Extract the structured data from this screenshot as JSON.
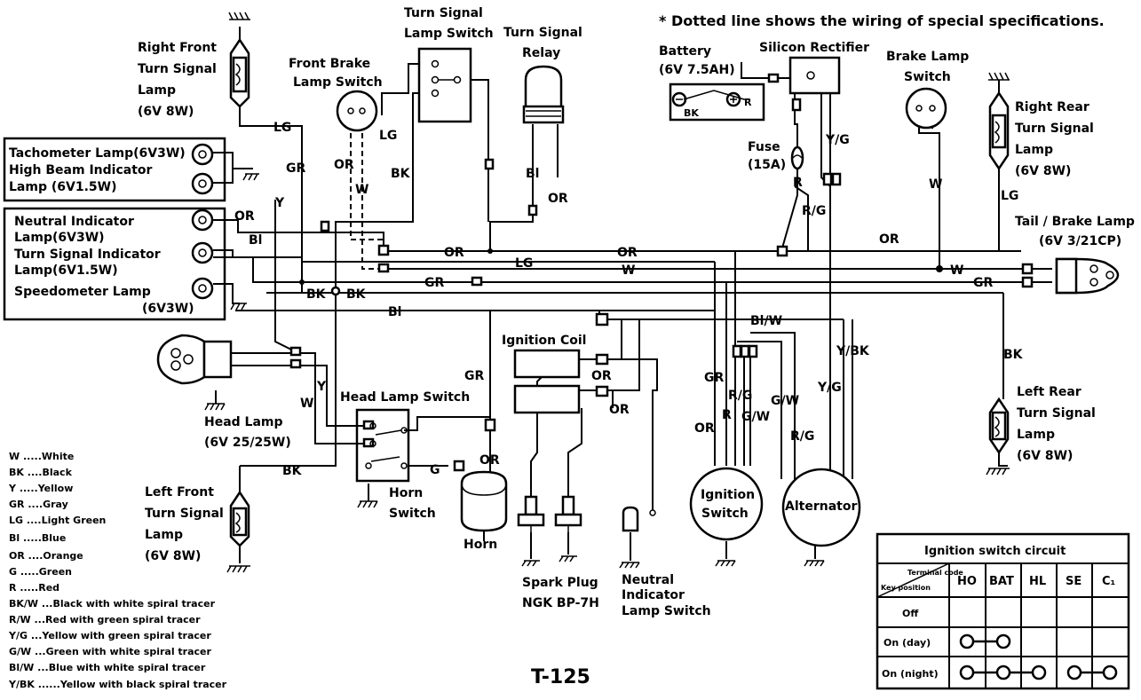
{
  "header": {
    "note": "* Dotted line shows the wiring of special specifications."
  },
  "model": "T-125",
  "components": {
    "right_front_lamp": [
      "Right Front",
      "Turn Signal",
      "Lamp",
      "(6V 8W)"
    ],
    "front_brake_switch": [
      "Front Brake",
      "Lamp Switch"
    ],
    "turn_signal_switch": [
      "Turn Signal",
      "Lamp Switch"
    ],
    "turn_signal_relay": [
      "Turn Signal",
      "Relay"
    ],
    "battery": [
      "Battery",
      "(6V 7.5AH)"
    ],
    "rectifier": "Silicon Rectifier",
    "brake_lamp_switch": [
      "Brake Lamp",
      "Switch"
    ],
    "right_rear_lamp": [
      "Right Rear",
      "Turn Signal",
      "Lamp",
      "(6V 8W)"
    ],
    "fuse": [
      "Fuse",
      "(15A)"
    ],
    "tail_lamp": [
      "Tail / Brake Lamp",
      "(6V 3/21CP)"
    ],
    "tach_box": [
      "Tachometer Lamp(6V3W)",
      "High Beam Indicator",
      "Lamp (6V1.5W)"
    ],
    "indicator_box": [
      "Neutral Indicator",
      "Lamp(6V3W)",
      "Turn Signal Indicator",
      "Lamp(6V1.5W)",
      "Speedometer Lamp",
      "(6V3W)"
    ],
    "head_lamp": [
      "Head Lamp",
      "(6V 25/25W)"
    ],
    "head_lamp_switch": "Head Lamp Switch",
    "horn_switch": [
      "Horn",
      "Switch"
    ],
    "horn": "Horn",
    "ignition_coil": "Ignition Coil",
    "spark_plug": [
      "Spark Plug",
      "NGK BP-7H"
    ],
    "neutral_switch": [
      "Neutral",
      "Indicator",
      "Lamp Switch"
    ],
    "ignition_switch": [
      "Ignition",
      "Switch"
    ],
    "alternator": "Alternator",
    "left_front_lamp": [
      "Left Front",
      "Turn Signal",
      "Lamp",
      "(6V 8W)"
    ],
    "left_rear_lamp": [
      "Left Rear",
      "Turn Signal",
      "Lamp",
      "(6V 8W)"
    ]
  },
  "battery_terminals": {
    "neg": "BK",
    "pos": "R"
  },
  "wire_labels": {
    "lg1": "LG",
    "gr1": "GR",
    "or1": "OR",
    "w1": "W",
    "lg2": "LG",
    "bk1": "BK",
    "y1": "Y",
    "or_neutral": "OR",
    "bl_turn": "Bl",
    "bl_relay": "Bl",
    "or_relay": "OR",
    "fuse_r": "R",
    "yg1": "Y/G",
    "rg1": "R/G",
    "w_brake": "W",
    "lg_rr": "LG",
    "or_main": "OR",
    "or_main2": "OR",
    "or_main3": "OR",
    "lg_main": "LG",
    "w_main": "W",
    "w_main2": "W",
    "gr_main": "GR",
    "gr_main2": "GR",
    "bk_main": "BK",
    "bk_main2": "BK",
    "bl_main": "Bl",
    "blw": "Bl/W",
    "ybk": "Y/BK",
    "yg2": "Y/G",
    "bk_lr": "BK",
    "gr_coil": "GR",
    "or_coil1": "OR",
    "or_coil2": "OR",
    "or_coil3": "OR",
    "gr_ign": "GR",
    "rg_ign": "R/G",
    "gw_ign": "G/W",
    "r_ign": "R",
    "gw_ign2": "G/W",
    "or_ign": "OR",
    "rg_alt": "R/G",
    "w_hl": "W",
    "y_hl": "Y",
    "bk_lf": "BK",
    "g_horn": "G"
  },
  "color_legend": [
    {
      "code": "W",
      "dots": ".....",
      "name": "White"
    },
    {
      "code": "BK",
      "dots": "....",
      "name": "Black"
    },
    {
      "code": "Y",
      "dots": ".....",
      "name": "Yellow"
    },
    {
      "code": "GR",
      "dots": "....",
      "name": "Gray"
    },
    {
      "code": "LG",
      "dots": "....",
      "name": "Light Green"
    },
    {
      "code": "Bl",
      "dots": ".....",
      "name": "Blue"
    },
    {
      "code": "OR",
      "dots": "....",
      "name": "Orange"
    },
    {
      "code": "G",
      "dots": ".....",
      "name": "Green"
    },
    {
      "code": "R",
      "dots": ".....",
      "name": "Red"
    },
    {
      "code": "BK/W",
      "dots": "...",
      "name": "Black with white spiral tracer"
    },
    {
      "code": "R/W",
      "dots": "...",
      "name": "Red with green spiral tracer"
    },
    {
      "code": "Y/G",
      "dots": "...",
      "name": "Yellow with green spiral tracer"
    },
    {
      "code": "G/W",
      "dots": "...",
      "name": "Green with white spiral tracer"
    },
    {
      "code": "Bl/W",
      "dots": "...",
      "name": "Blue with white spiral tracer"
    },
    {
      "code": "Y/BK",
      "dots": "......",
      "name": "Yellow with black spiral tracer"
    }
  ],
  "ignition_table": {
    "title": "Ignition switch circuit",
    "corner_top": "Terminal code",
    "corner_bottom": "Key position",
    "columns": [
      "HO",
      "BAT",
      "HL",
      "SE",
      "C₁"
    ],
    "rows": [
      {
        "label": "Off",
        "connections": []
      },
      {
        "label": "On (day)",
        "connections": [
          [
            0,
            1
          ]
        ]
      },
      {
        "label": "On (night)",
        "connections": [
          [
            0,
            1,
            2
          ],
          [
            3,
            4
          ]
        ]
      }
    ]
  }
}
